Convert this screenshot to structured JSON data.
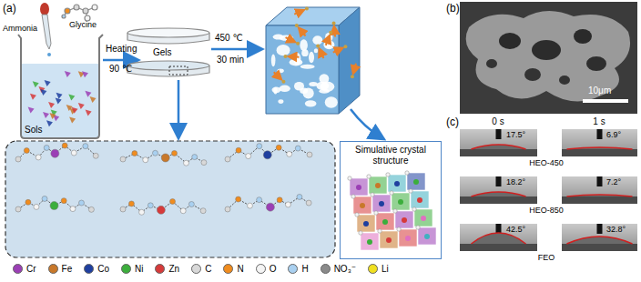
{
  "diagram": {
    "nodes": [
      {
        "text": [
          "Simulative crystal structure"
        ]
      }
    ],
    "labels": [
      "(a)",
      "Ammonia",
      "Glycine",
      "Heating",
      "90 ℃",
      "Sols",
      "Gels",
      "450 ℃",
      "30 min",
      "(b)",
      "10μm",
      "(c)",
      "0 s",
      "1 s",
      "17.5°",
      "6.9°",
      "HEO-450",
      "18.2°",
      "7.2°",
      "HEO-850",
      "42.5°",
      "32.8°",
      "FEO"
    ],
    "legend": [
      {
        "text": "Cr",
        "color": "#9b3fb5"
      },
      {
        "text": "Fe",
        "color": "#c8782a"
      },
      {
        "text": "Co",
        "color": "#1f3f9f"
      },
      {
        "text": "Ni",
        "color": "#3cae3c"
      },
      {
        "text": "Zn",
        "color": "#d63a3a"
      },
      {
        "text": "C",
        "color": "#d8d8d8"
      },
      {
        "text": "N",
        "color": "#f08c1e"
      },
      {
        "text": "O",
        "color": "#f4f4f4"
      },
      {
        "text": "H",
        "color": "#a9d0f0"
      },
      {
        "text": "NO₃⁻",
        "color": "#8a8a8a"
      },
      {
        "text": "Li",
        "color": "#f0e020"
      }
    ]
  }
}
